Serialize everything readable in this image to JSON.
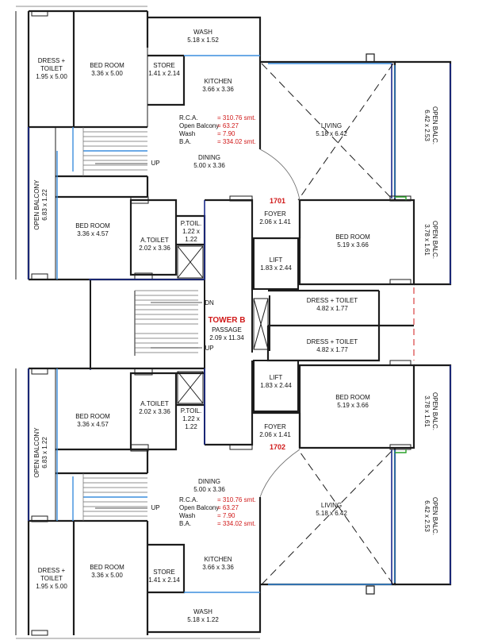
{
  "plan": {
    "tower": "TOWER B",
    "units": [
      "1701",
      "1702"
    ],
    "passage": {
      "name": "PASSAGE",
      "size": "2.09 x 11.34"
    },
    "stairs": {
      "up": "UP",
      "down": "DN"
    },
    "rooms": {
      "wash_top": {
        "name": "WASH",
        "size": "5.18 x 1.52"
      },
      "wash_bottom": {
        "name": "WASH",
        "size": "5.18 x 1.22"
      },
      "dress_toilet_top": {
        "name": "DRESS +",
        "name2": "TOILET",
        "size": "1.95 x 5.00"
      },
      "dress_toilet_bottom": {
        "name": "DRESS +",
        "name2": "TOILET",
        "size": "1.95 x 5.00"
      },
      "bedroom_top_left": {
        "name": "BED ROOM",
        "size": "3.36 x 5.00"
      },
      "bedroom_bottom_left": {
        "name": "BED ROOM",
        "size": "3.36 x 5.00"
      },
      "store_top": {
        "name": "STORE",
        "size": "1.41 x 2.14"
      },
      "store_bottom": {
        "name": "STORE",
        "size": "1.41 x 2.14"
      },
      "kitchen_top": {
        "name": "KITCHEN",
        "size": "3.66 x 3.36"
      },
      "kitchen_bottom": {
        "name": "KITCHEN",
        "size": "3.66 x 3.36"
      },
      "living_top": {
        "name": "LIVING",
        "size": "5.18 x 6.42"
      },
      "living_bottom": {
        "name": "LIVING",
        "size": "5.18 x 6.42"
      },
      "dining_top": {
        "name": "DINING",
        "size": "5.00 x 3.36"
      },
      "dining_bottom": {
        "name": "DINING",
        "size": "5.00 x 3.36"
      },
      "open_balcony_top": {
        "name": "OPEN BALCONY",
        "size": "6.83 x 1.22"
      },
      "open_balcony_bottom": {
        "name": "OPEN BALCONY",
        "size": "6.83 x 1.22"
      },
      "bedroom_mid_top": {
        "name": "BED ROOM",
        "size": "3.36 x 4.57"
      },
      "bedroom_mid_bottom": {
        "name": "BED ROOM",
        "size": "3.36 x 4.57"
      },
      "atoilet_top": {
        "name": "A.TOILET",
        "size": "2.02 x 3.36"
      },
      "atoilet_bottom": {
        "name": "A.TOILET",
        "size": "2.02 x 3.36"
      },
      "ptoil_top": {
        "name": "P.TOIL.",
        "size": "1.22 x",
        "size2": "1.22"
      },
      "ptoil_bottom": {
        "name": "P.TOIL.",
        "size": "1.22 x",
        "size2": "1.22"
      },
      "foyer_top": {
        "name": "FOYER",
        "size": "2.06 x 1.41"
      },
      "foyer_bottom": {
        "name": "FOYER",
        "size": "2.06 x 1.41"
      },
      "lift_top": {
        "name": "LIFT",
        "size": "1.83 x 2.44"
      },
      "lift_bottom": {
        "name": "LIFT",
        "size": "1.83 x 2.44"
      },
      "bedroom_right_top": {
        "name": "BED ROOM",
        "size": "5.19 x 3.66"
      },
      "bedroom_right_bottom": {
        "name": "BED ROOM",
        "size": "5.19 x 3.66"
      },
      "dress_toilet_right_top": {
        "name": "DRESS + TOILET",
        "size": "4.82 x 1.77"
      },
      "dress_toilet_right_bottom": {
        "name": "DRESS + TOILET",
        "size": "4.82 x 1.77"
      },
      "open_balc_big_top": {
        "name": "OPEN BALC.",
        "size": "6.42 x 2.53"
      },
      "open_balc_big_bottom": {
        "name": "OPEN BALC.",
        "size": "6.42 x 2.53"
      },
      "open_balc_small_top": {
        "name": "OPEN BALC.",
        "size": "3.78 x 1.61"
      },
      "open_balc_small_bottom": {
        "name": "OPEN BALC.",
        "size": "3.78 x 1.61"
      }
    },
    "area_top": {
      "rca_label": "R.C.A.",
      "rca_value": "= 310.76 smt.",
      "balcony_label": "Open Balcony",
      "balcony_value": "= 63.27",
      "wash_label": "Wash",
      "wash_value": "= 7.90",
      "ba_label": "B.A.",
      "ba_value": "= 334.02 smt."
    },
    "area_bottom": {
      "rca_label": "R.C.A.",
      "rca_value": "= 310.76 smt.",
      "balcony_label": "Open Balcony",
      "balcony_value": "= 63.27",
      "wash_label": "Wash",
      "wash_value": "= 7.90",
      "ba_label": "B.A.",
      "ba_value": "= 334.02 smt."
    },
    "colors": {
      "wall": "#1c1c1c",
      "glazing": "#3b8ede",
      "railing": "#1a2a8c",
      "label_red": "#d01818",
      "accent_green": "#2aa02a",
      "fine_line": "#6a6a6a"
    }
  }
}
